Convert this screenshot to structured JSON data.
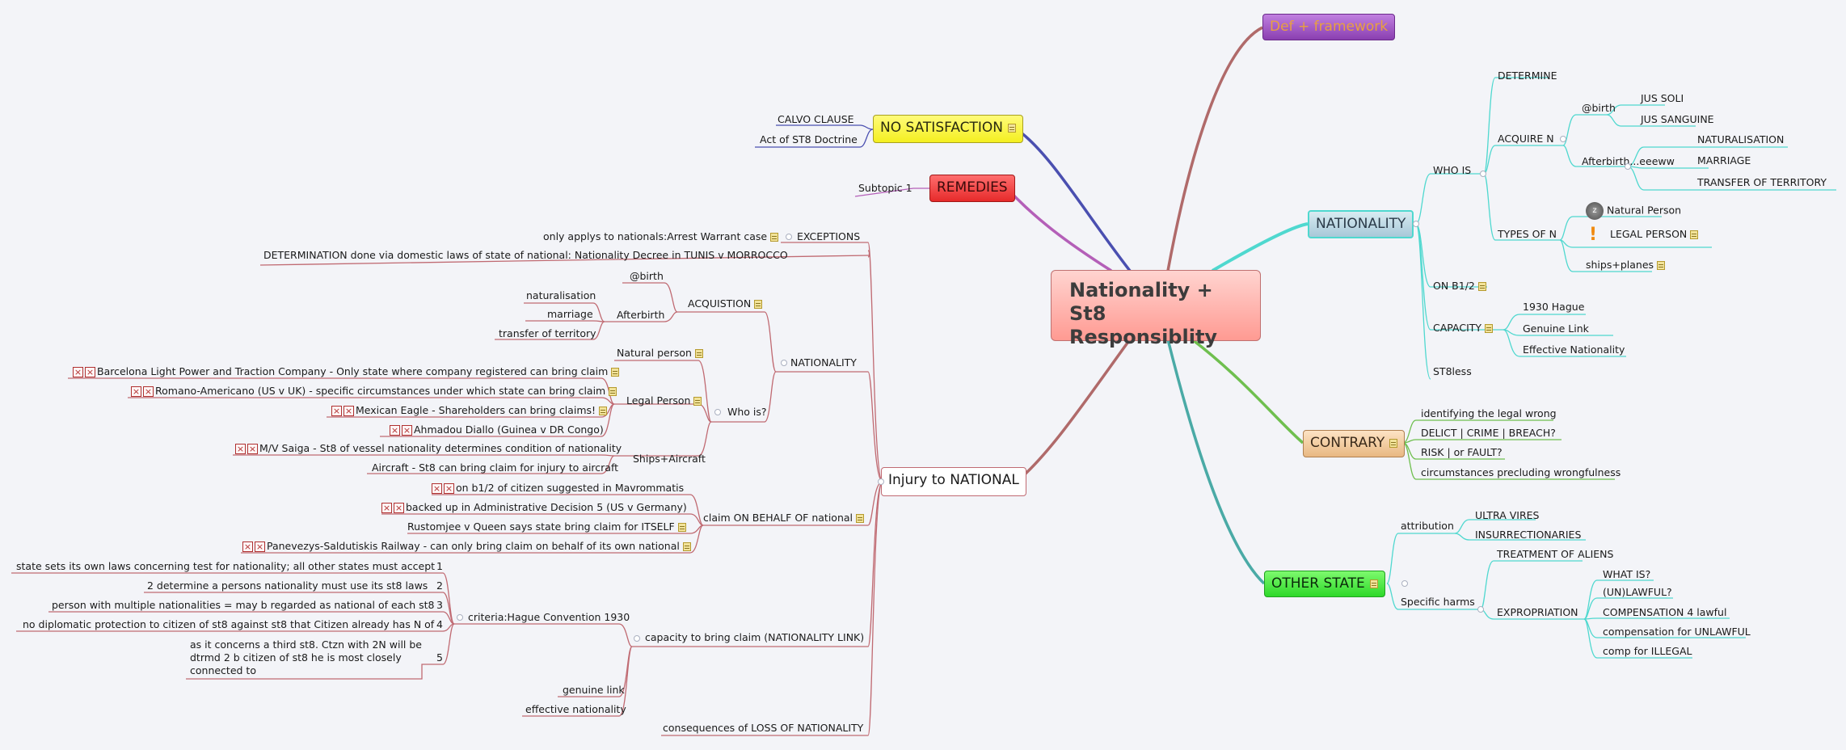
{
  "central": {
    "line1": "Nationality + St8",
    "line2": "Responsiblity"
  },
  "main": {
    "def": "Def + framework",
    "nationality": "NATIONALITY",
    "contrary": "CONTRARY",
    "other_state": "OTHER STATE",
    "no_satisfaction": "NO SATISFACTION",
    "remedies": "REMEDIES",
    "injury": "Injury to NATIONAL"
  },
  "nat": {
    "who_is": "WHO IS",
    "determine": "DETERMINE",
    "acquire": "ACQUIRE N",
    "at_birth": "@birth",
    "jus_soli": "JUS SOLI",
    "jus_sanguine": "JUS SANGUINE",
    "afterbirth": "Afterbirth...eeeww",
    "naturalisation": "NATURALISATION",
    "marriage": "MARRIAGE",
    "transfer": "TRANSFER OF TERRITORY",
    "types": "TYPES OF N",
    "natural": "Natural Person",
    "legal": "LEGAL PERSON",
    "ships": "ships+planes",
    "on_b12": "ON B1/2",
    "capacity": "CAPACITY",
    "hague": "1930 Hague",
    "genuine": "Genuine Link",
    "effective": "Effective Nationality",
    "st8less": "ST8less"
  },
  "con": {
    "c1": "identifying the legal wrong",
    "c2": "DELICT | CRIME | BREACH?",
    "c3": "RISK | or FAULT?",
    "c4": "circumstances precluding wrongfulness"
  },
  "oth": {
    "attribution": "attribution",
    "ultra": "ULTRA VIRES",
    "insur": "INSURRECTIONARIES",
    "specific": "Specific harms",
    "treatment": "TREATMENT OF ALIENS",
    "expro": "EXPROPRIATION",
    "what": "WHAT IS?",
    "unlawful": "(UN)LAWFUL?",
    "comp_lawful": "COMPENSATION 4 lawful",
    "comp_unlawful": "compensation for UNLAWFUL",
    "comp_illegal": "comp for ILLEGAL"
  },
  "nosat": {
    "calvo": "CALVO CLAUSE",
    "act": "Act of ST8 Doctrine"
  },
  "rem": {
    "sub": "Subtopic 1"
  },
  "inj": {
    "exceptions": "EXCEPTIONS",
    "exc_child": "only applys to nationals:Arrest Warrant case",
    "determination": "DETERMINATION done via domestic laws of state of national: Nationality Decree in TUNIS v MORROCCO",
    "nationality": "NATIONALITY",
    "acquistion": "ACQUISTION",
    "at_birth": "@birth",
    "afterbirth": "Afterbirth",
    "naturalisation": "naturalisation",
    "marriage": "marriage",
    "transfer": "transfer of territory",
    "who_is": "Who is?",
    "natural": "Natural person",
    "legal": "Legal Person",
    "barcelona": "Barcelona Light Power and Traction Company - Only state where company registered can bring claim",
    "romano": "Romano-Americano (US v UK) - specific circumstances under which state can bring claim",
    "mexican": "Mexican Eagle - Shareholders can bring claims!",
    "diallo": "Ahmadou Diallo (Guinea v DR Congo)",
    "ships": "Ships+Aircraft",
    "saiga": "M/V Saiga - St8 of vessel nationality determines condition of nationality",
    "aircraft": "Aircraft - St8 can bring claim for injury to aircraft",
    "behalf": "claim ON BEHALF OF national",
    "mavro": "on b1/2 of citizen suggested in Mavrommatis",
    "admin": "backed up in Administrative Decision 5 (US v Germany)",
    "rustom": "Rustomjee v Queen says state bring claim for ITSELF",
    "panev": "Panevezys-Saldutiskis Railway - can only bring claim on behalf of its own national",
    "capacity": "capacity to bring claim (NATIONALITY LINK)",
    "criteria": "criteria:Hague Convention 1930",
    "c1": "state sets its own laws concerning test for nationality; all other states must accept",
    "c2": "2 determine a persons nationality must use its st8 laws",
    "c3": "person with multiple nationalities = may b regarded as national of each st8",
    "c4": "no diplomatic protection to citizen of st8 against st8 that Citizen already has N of",
    "c5": "as it concerns a third st8. Ctzn with 2N will be dtrmd 2 b citizen of st8 he is most closely connected to",
    "n1": "1",
    "n2": "2",
    "n3": "3",
    "n4": "4",
    "n5": "5",
    "genuine": "genuine link",
    "effective": "effective nationality",
    "loss": "consequences of LOSS OF NATIONALITY"
  },
  "icons": {
    "note": "note-icon",
    "sleep": "sleep-icon",
    "exclaim": "exclamation-icon",
    "flag": "red-x-flag-icon"
  },
  "colors": {
    "teal": "#4fd8cf",
    "green": "#6fbf4f",
    "brown": "#b06a6a",
    "navy": "#4a4fb0",
    "magenta": "#b45fb8",
    "red_lines": "#c06a72"
  }
}
